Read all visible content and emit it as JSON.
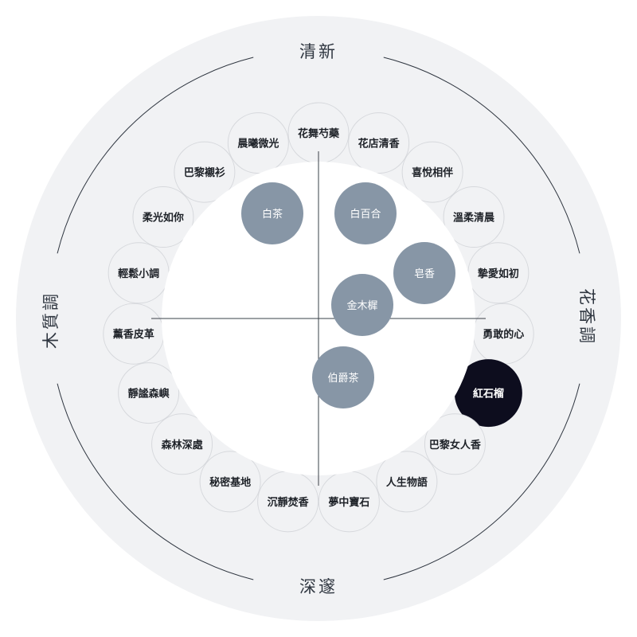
{
  "axes": {
    "top": "清新",
    "bottom": "深邃",
    "left": "木質調",
    "right": "花香調"
  },
  "fragrances": [
    "花舞芍藥",
    "花店清香",
    "喜悅相伴",
    "溫柔清晨",
    "摯愛如初",
    "勇敢的心",
    "紅石榴",
    "巴黎女人香",
    "人生物語",
    "夢中寶石",
    "沉靜焚香",
    "秘密基地",
    "森林深處",
    "靜謐森嶼",
    "薰香皮革",
    "輕鬆小調",
    "柔光如你",
    "巴黎襯衫",
    "晨曦微光"
  ],
  "selected": "紅石榴",
  "notes": [
    "白茶",
    "白百合",
    "皂香",
    "金木樨",
    "伯爵茶"
  ],
  "colors": {
    "outer_disc": "#f1f2f4",
    "inner_disc": "#ffffff",
    "ring_line": "#2f3640",
    "cross_line": "#3a4048",
    "item_fill": "#f1f2f4",
    "item_stroke": "#d6d8dc",
    "selected_fill": "#0d0d1e",
    "note_fill": "#8796a6"
  }
}
